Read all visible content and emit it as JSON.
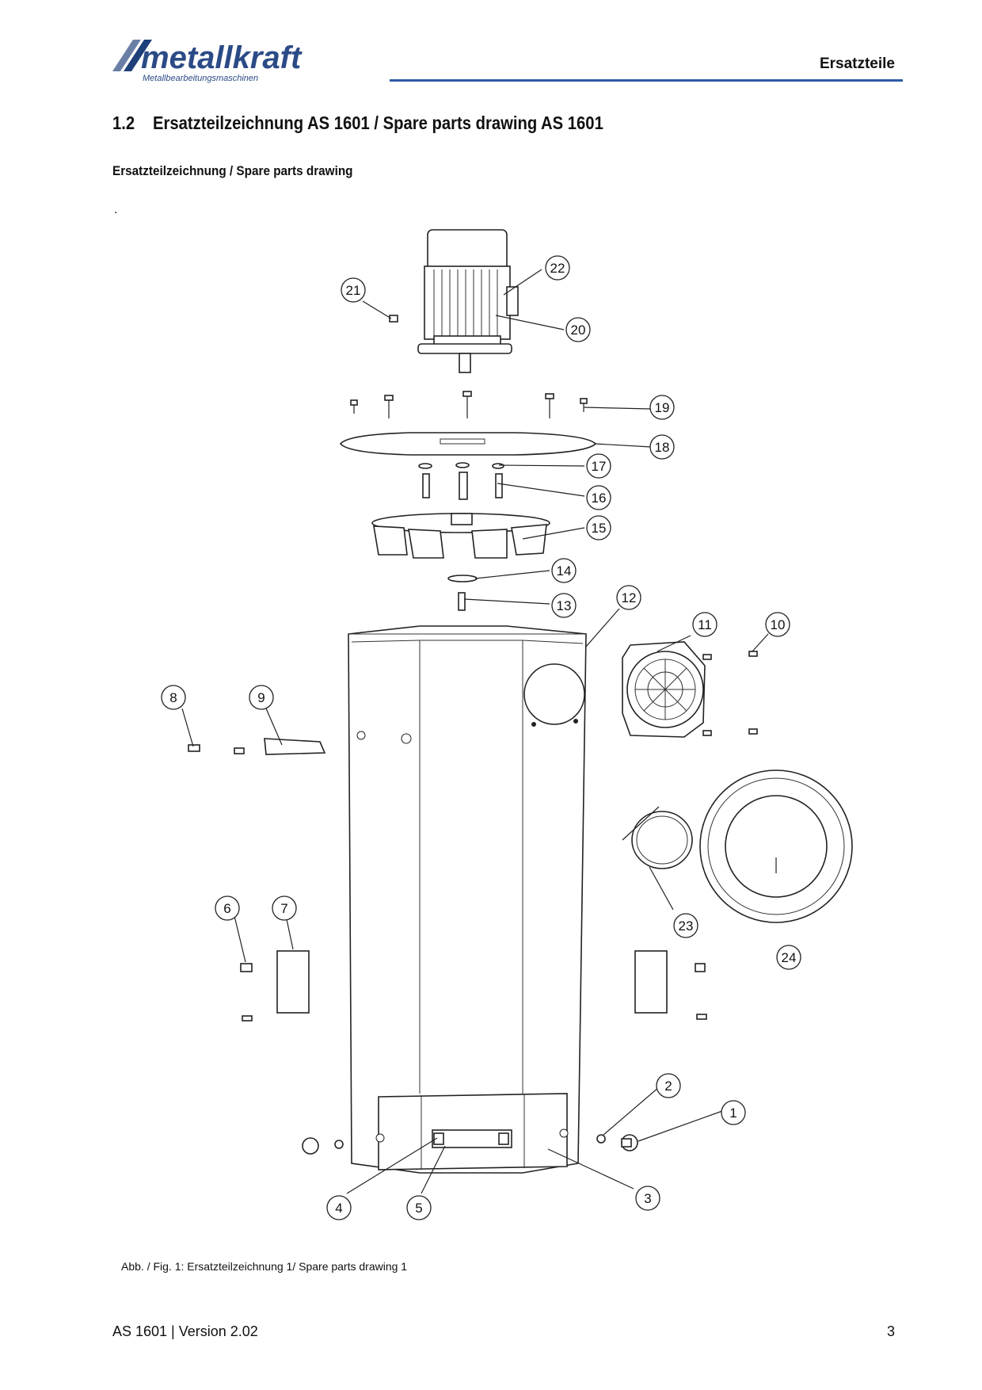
{
  "header": {
    "brand": "metallkraft",
    "brand_sub": "Metallbearbeitungsmaschinen",
    "section_label": "Ersatzteile",
    "accent_color": "#2e5aa8"
  },
  "title": {
    "number": "1.2",
    "text": "Ersatzteilzeichnung AS 1601 / Spare parts drawing AS 1601"
  },
  "subheading": "Ersatzteilzeichnung / Spare parts drawing",
  "dot": ".",
  "callouts": [
    "1",
    "2",
    "3",
    "4",
    "5",
    "6",
    "7",
    "8",
    "9",
    "10",
    "11",
    "12",
    "13",
    "14",
    "15",
    "16",
    "17",
    "18",
    "19",
    "20",
    "21",
    "22",
    "23",
    "24"
  ],
  "caption": "Abb. / Fig. 1: Ersatzteilzeichnung 1/ Spare parts drawing 1",
  "footer": {
    "left": "AS 1601 | Version 2.02",
    "page": "3"
  }
}
